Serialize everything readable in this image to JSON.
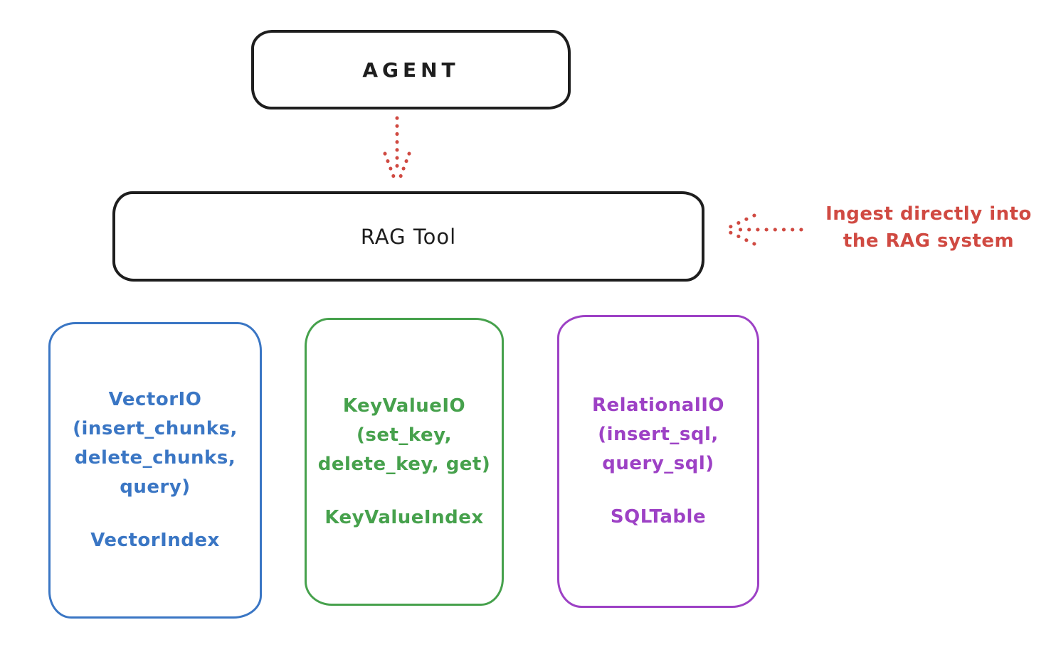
{
  "colors": {
    "background": "#ffffff",
    "ink": "#1e1e1e",
    "red": "#d04a42",
    "blue": "#3a76c4",
    "green": "#46a14c",
    "purple": "#9d41c5"
  },
  "agent_box": {
    "label": "AGENT"
  },
  "rag_tool_box": {
    "label": "RAG Tool"
  },
  "annotation": {
    "lines": [
      "Ingest directly into",
      "the RAG system"
    ]
  },
  "arrows": [
    {
      "name": "agent-to-rag",
      "style": "dotted",
      "direction": "down",
      "color_ref": "red"
    },
    {
      "name": "annotation-to-rag",
      "style": "dotted",
      "direction": "left",
      "color_ref": "red"
    }
  ],
  "storage_boxes": [
    {
      "id": "vector",
      "color": "#3a76c4",
      "title_lines": [
        "VectorIO",
        "(insert_chunks,",
        "delete_chunks,",
        "query)"
      ],
      "index_label": "VectorIndex"
    },
    {
      "id": "keyvalue",
      "color": "#46a14c",
      "title_lines": [
        "KeyValueIO",
        "(set_key,",
        "delete_key, get)"
      ],
      "index_label": "KeyValueIndex"
    },
    {
      "id": "relational",
      "color": "#9d41c5",
      "title_lines": [
        "RelationalIO",
        "(insert_sql,",
        "query_sql)"
      ],
      "index_label": "SQLTable"
    }
  ]
}
